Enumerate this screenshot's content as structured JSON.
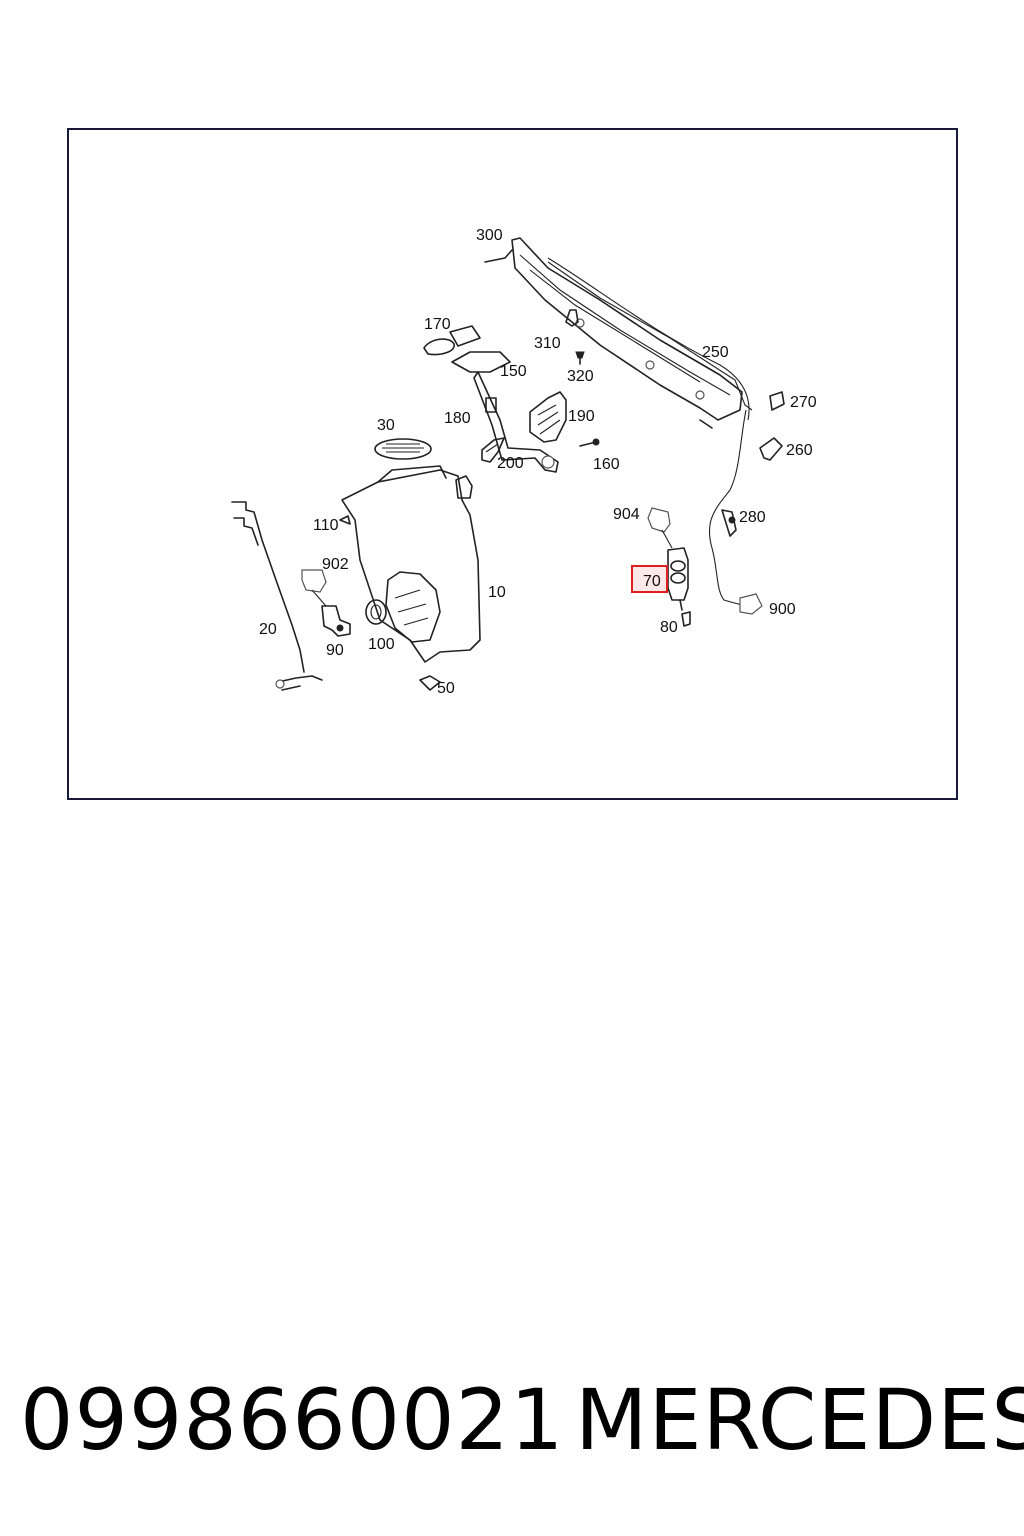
{
  "diagram": {
    "labels": {
      "p300": "300",
      "p170": "170",
      "p310": "310",
      "p250": "250",
      "p150": "150",
      "p320": "320",
      "p270": "270",
      "p180": "180",
      "p190": "190",
      "p30": "30",
      "p260": "260",
      "p200": "200",
      "p160": "160",
      "p904": "904",
      "p280": "280",
      "p110": "110",
      "p902": "902",
      "p10": "10",
      "p70": "70",
      "p900": "900",
      "p20": "20",
      "p80": "80",
      "p90": "90",
      "p100": "100",
      "p50": "50"
    },
    "highlight": {
      "label": "70",
      "border_color": "#e02020",
      "fill_color": "#fde8e8"
    }
  },
  "caption": {
    "part_number": "0998660021",
    "brand": "MERCEDES"
  }
}
